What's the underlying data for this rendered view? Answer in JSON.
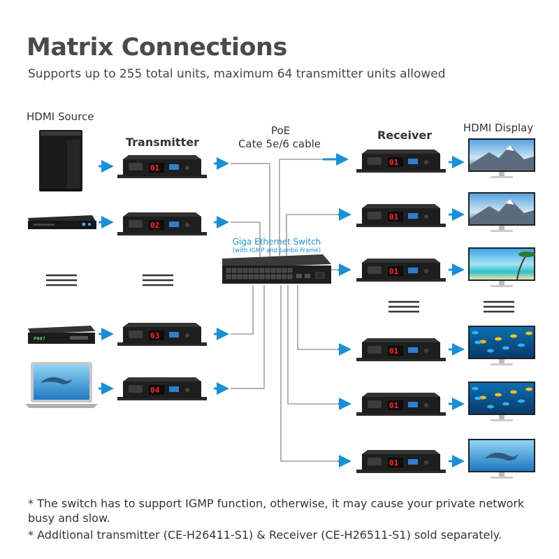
{
  "header": {
    "title": "Matrix Connections",
    "subtitle": "Supports up to 255 total units, maximum 64 transmitter units allowed"
  },
  "labels": {
    "hdmi_source": "HDMI Source",
    "transmitter": "Transmitter",
    "poe_line1": "PoE",
    "poe_line2": "Cate 5e/6 cable",
    "receiver": "Receiver",
    "hdmi_display": "HDMI Display",
    "switch_title": "Giga Ethernet Switch",
    "switch_sub": "(with IGMP and Jumbo Frame)"
  },
  "transmitters": [
    {
      "id": "01",
      "source": "pc-tower"
    },
    {
      "id": "02",
      "source": "dvd-player"
    },
    {
      "id": "03",
      "source": "set-top-box"
    },
    {
      "id": "04",
      "source": "laptop"
    }
  ],
  "receivers": [
    {
      "id": "01",
      "display": "mountain"
    },
    {
      "id": "01",
      "display": "mountain"
    },
    {
      "id": "01",
      "display": "palm-beach"
    },
    {
      "id": "01",
      "display": "fish"
    },
    {
      "id": "01",
      "display": "fish"
    },
    {
      "id": "01",
      "display": "dolphin"
    }
  ],
  "notes": [
    "* The switch has to support IGMP function, otherwise, it may cause your private network busy and slow.",
    "* Additional transmitter (CE-H26411-S1) & Receiver (CE-H26511-S1) sold separately."
  ],
  "colors": {
    "arrow": "#1a8fd6",
    "led": "#ff2a2a",
    "device": "#1e1e1e",
    "cable": "#8a8a8a"
  }
}
